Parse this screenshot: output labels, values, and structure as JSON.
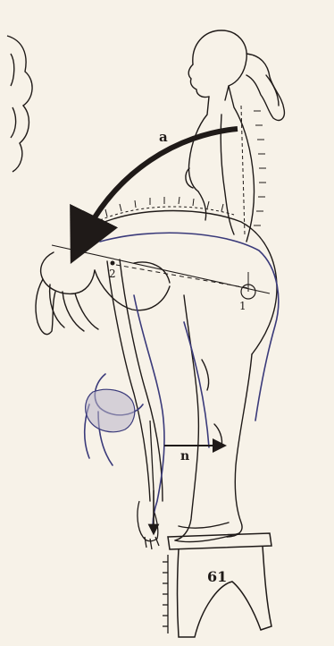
{
  "figure": {
    "labels": {
      "arc_label": "a",
      "distance_label": "n",
      "point_1": "1",
      "point_2": "2",
      "stool_number": "61"
    },
    "colors": {
      "paper": "#f7f2e8",
      "ink": "#1f1a18",
      "blue_ink": "#3a3a7a",
      "skin_shade": "#b9b4c8"
    }
  }
}
